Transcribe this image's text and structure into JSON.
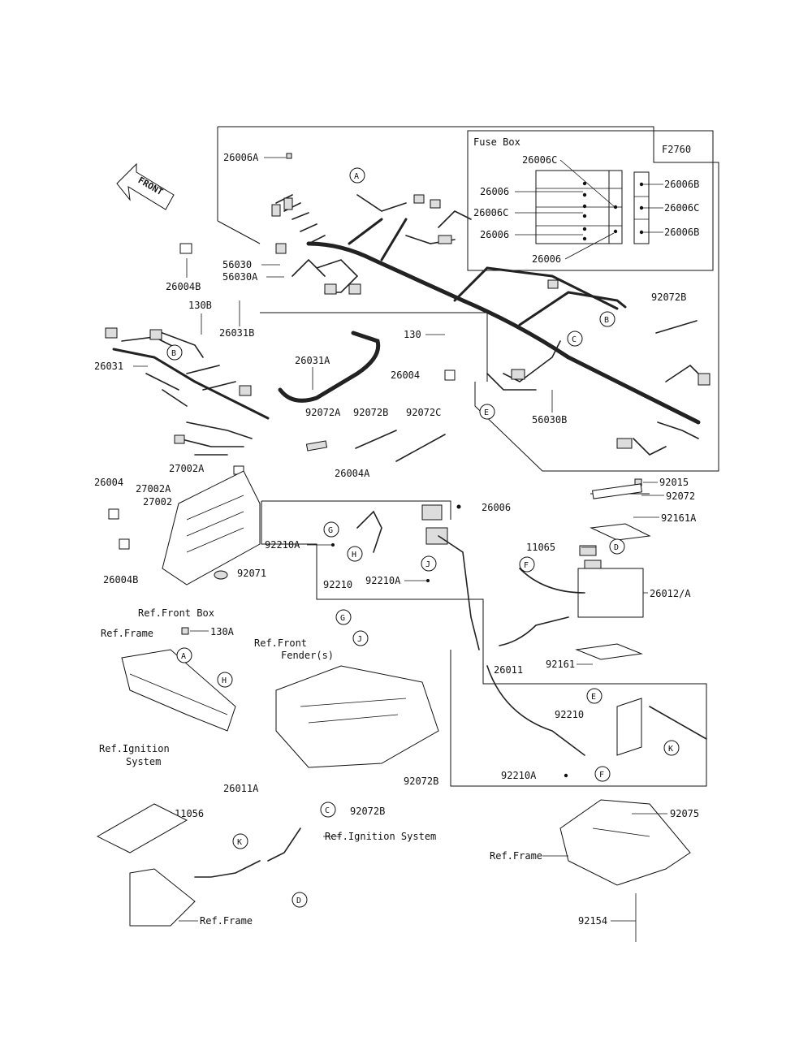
{
  "figure_code": "F2760",
  "front_label": "FRONT",
  "fuse_box": {
    "title": "Fuse Box",
    "labels_left": [
      "26006C",
      "26006",
      "26006C",
      "26006",
      "26006"
    ],
    "labels_right": [
      "26006B",
      "26006C",
      "26006B"
    ]
  },
  "part_labels": [
    {
      "id": "p1",
      "text": "26006A"
    },
    {
      "id": "p2",
      "text": "26004B"
    },
    {
      "id": "p3",
      "text": "56030"
    },
    {
      "id": "p4",
      "text": "56030A"
    },
    {
      "id": "p5",
      "text": "130B"
    },
    {
      "id": "p6",
      "text": "26031B"
    },
    {
      "id": "p7",
      "text": "26031"
    },
    {
      "id": "p8",
      "text": "26031A"
    },
    {
      "id": "p9",
      "text": "130"
    },
    {
      "id": "p10",
      "text": "26004"
    },
    {
      "id": "p11",
      "text": "56030B"
    },
    {
      "id": "p12",
      "text": "92072B"
    },
    {
      "id": "p13",
      "text": "92072A"
    },
    {
      "id": "p14",
      "text": "92072B"
    },
    {
      "id": "p15",
      "text": "92072C"
    },
    {
      "id": "p16",
      "text": "27002A"
    },
    {
      "id": "p17",
      "text": "26004"
    },
    {
      "id": "p18",
      "text": "27002A"
    },
    {
      "id": "p19",
      "text": "27002"
    },
    {
      "id": "p20",
      "text": "26004B"
    },
    {
      "id": "p21",
      "text": "92071"
    },
    {
      "id": "p22",
      "text": "Ref.Front Box"
    },
    {
      "id": "p23",
      "text": "26004A"
    },
    {
      "id": "p24",
      "text": "26006"
    },
    {
      "id": "p25",
      "text": "92210A"
    },
    {
      "id": "p26",
      "text": "92210"
    },
    {
      "id": "p27",
      "text": "92210A"
    },
    {
      "id": "p28",
      "text": "92015"
    },
    {
      "id": "p29",
      "text": "92072"
    },
    {
      "id": "p30",
      "text": "92161A"
    },
    {
      "id": "p31",
      "text": "11065"
    },
    {
      "id": "p32",
      "text": "26012/A"
    },
    {
      "id": "p33",
      "text": "26011"
    },
    {
      "id": "p34",
      "text": "92161"
    },
    {
      "id": "p35",
      "text": "Ref.Frame"
    },
    {
      "id": "p36",
      "text": "130A"
    },
    {
      "id": "p37",
      "text": "Ref.Front"
    },
    {
      "id": "p38",
      "text": "Fender(s)"
    },
    {
      "id": "p39",
      "text": "92210"
    },
    {
      "id": "p40",
      "text": "Ref.Ignition"
    },
    {
      "id": "p41",
      "text": "System"
    },
    {
      "id": "p42",
      "text": "11056"
    },
    {
      "id": "p43",
      "text": "26011A"
    },
    {
      "id": "p44",
      "text": "Ref.Ignition System"
    },
    {
      "id": "p45",
      "text": "92072B"
    },
    {
      "id": "p46",
      "text": "92072B"
    },
    {
      "id": "p47",
      "text": "92210A"
    },
    {
      "id": "p48",
      "text": "92075"
    },
    {
      "id": "p49",
      "text": "Ref.Frame"
    },
    {
      "id": "p50",
      "text": "Ref.Frame"
    },
    {
      "id": "p51",
      "text": "92154"
    }
  ],
  "callouts": [
    {
      "id": "c1",
      "letter": "A"
    },
    {
      "id": "c2",
      "letter": "B"
    },
    {
      "id": "c3",
      "letter": "B"
    },
    {
      "id": "c4",
      "letter": "C"
    },
    {
      "id": "c5",
      "letter": "E"
    },
    {
      "id": "c6",
      "letter": "G"
    },
    {
      "id": "c7",
      "letter": "H"
    },
    {
      "id": "c8",
      "letter": "J"
    },
    {
      "id": "c9",
      "letter": "D"
    },
    {
      "id": "c10",
      "letter": "F"
    },
    {
      "id": "c11",
      "letter": "A"
    },
    {
      "id": "c12",
      "letter": "H"
    },
    {
      "id": "c13",
      "letter": "G"
    },
    {
      "id": "c14",
      "letter": "J"
    },
    {
      "id": "c15",
      "letter": "E"
    },
    {
      "id": "c16",
      "letter": "K"
    },
    {
      "id": "c17",
      "letter": "F"
    },
    {
      "id": "c18",
      "letter": "C"
    },
    {
      "id": "c19",
      "letter": "K"
    },
    {
      "id": "c20",
      "letter": "D"
    }
  ]
}
